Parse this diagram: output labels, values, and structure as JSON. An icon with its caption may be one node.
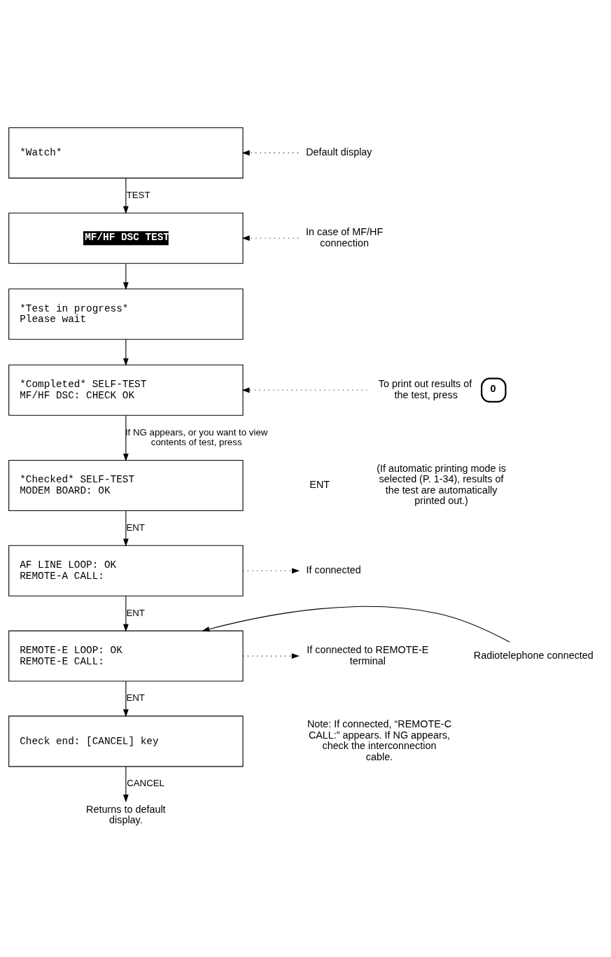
{
  "diagram": {
    "nodes": [
      {
        "text": [
          "*Watch*"
        ]
      },
      {
        "text": [
          "MF/HF DSC TEST"
        ]
      },
      {
        "text": [
          "*Test in progress*",
          "Please wait"
        ]
      },
      {
        "text": [
          "*Completed* SELF-TEST",
          "MF/HF DSC: CHECK OK"
        ]
      },
      {
        "text": [
          "*Checked* SELF-TEST",
          "MODEM BOARD: OK"
        ]
      },
      {
        "text": [
          "AF LINE LOOP: OK",
          "REMOTE-A CALL:"
        ]
      },
      {
        "text": [
          "REMOTE-E LOOP: OK",
          "REMOTE-E CALL:"
        ]
      },
      {
        "text": [
          "Check end: [CANCEL] key"
        ]
      },
      {
        "text": [
          "Default display"
        ]
      },
      {
        "text": [
          "In case of MF/HF connection"
        ]
      },
      {
        "text": [
          "To print out results of the test, press",
          "0"
        ]
      },
      {
        "text": [
          "If connected"
        ]
      },
      {
        "text": [
          "Radiotelephone connected"
        ]
      },
      {
        "text": [
          "If connected to REMOTE-E terminal"
        ]
      },
      {
        "text": [
          "Returns to default display."
        ]
      }
    ],
    "edges": [
      {
        "from": 0,
        "to": 1,
        "arrow": "to",
        "label": "TEST"
      },
      {
        "from": 1,
        "to": 2,
        "arrow": "to"
      },
      {
        "from": 2,
        "to": 3,
        "arrow": "to"
      },
      {
        "from": 3,
        "to": 4,
        "arrow": "to",
        "label": "If NG appears, or you want to view contents of test, press"
      },
      {
        "from": 4,
        "to": 5,
        "arrow": "to",
        "label": "ENT"
      },
      {
        "from": 5,
        "to": 6,
        "arrow": "to",
        "label": "ENT"
      },
      {
        "from": 6,
        "to": 7,
        "arrow": "to",
        "label": "ENT"
      },
      {
        "from": 7,
        "to": 14,
        "arrow": "to",
        "label": "CANCEL"
      },
      {
        "from": 8,
        "to": 0,
        "arrow": "to",
        "style": "dashed"
      },
      {
        "from": 9,
        "to": 1,
        "arrow": "to",
        "style": "dashed"
      },
      {
        "from": 10,
        "to": 3,
        "arrow": "to",
        "style": "dashed"
      },
      {
        "from": 5,
        "to": 11,
        "arrow": "to",
        "style": "dashed"
      },
      {
        "from": 12,
        "to": 6,
        "arrow": "to"
      },
      {
        "from": 6,
        "to": 13,
        "arrow": "to",
        "style": "dashed"
      }
    ],
    "labels": [
      "ENT",
      "(If automatic printing mode is selected (P. 1-34), results of the test are automatically printed out.)",
      "Note: If connected, “REMOTE-C CALL:” appears. If NG appears, check the interconnection cable."
    ]
  }
}
